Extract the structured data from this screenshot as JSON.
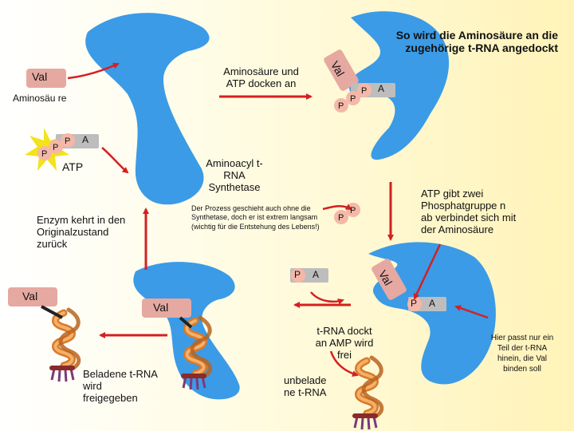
{
  "title": "So wird die Aminosäure an die zugehörige t-RNA angedockt",
  "labels": {
    "val": "Val",
    "p": "P",
    "a": "A",
    "atp": "ATP",
    "aminosaeure": "Aminosäu re",
    "aminosaeure_atp": "Aminosäure und ATP docken an",
    "enzyme": "Aminoacyl t-RNA Synthetase",
    "process_note": "Der Prozess geschieht auch ohne die Synthetase, doch er ist extrem langsam (wichtig für die Entstehung des Lebens!)",
    "enzyme_return": "Enzym kehrt in den Originalzustand zurück",
    "atp_phosphate": "ATP gibt zwei Phosphatgruppe n ab verbindet sich mit der Aminosäure",
    "trna_docks": "t-RNA dockt an AMP wird frei",
    "unloaded_trna": "unbelade ne t-RNA",
    "loaded_trna": "Beladene t-RNA wird freigegeben",
    "fit_note": "Hier passt nur ein Teil der t-RNA hinein, die Val binden soll"
  },
  "colors": {
    "enzyme": "#3b9be6",
    "val_label": "#e5a9a2",
    "phosphate": "#f5b8a8",
    "adenine": "#bdbdbd",
    "arrow": "#d42020",
    "trna": "#e0893a",
    "sparkle": "#f4e21a"
  }
}
